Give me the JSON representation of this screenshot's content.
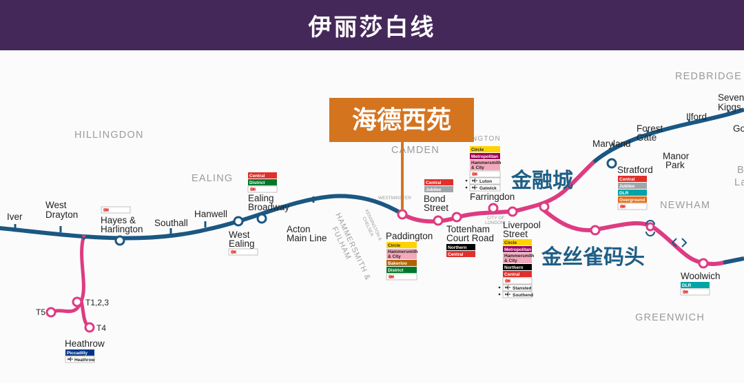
{
  "header": {
    "title": "伊丽莎白线",
    "background": "#45285a"
  },
  "colors": {
    "main_line": "#1b5782",
    "branch_line": "#de3b82",
    "callout_box": "#d4741f",
    "callout_text": "#1f5f86"
  },
  "callouts": {
    "paddington_cn": "海德西苑",
    "bond_farringdon_cn": "金融城",
    "canary_wharf_cn": "金丝雀码头"
  },
  "boroughs": {
    "hillingdon": "HILLINGDON",
    "ealing": "EALING",
    "camden": "CAMDEN",
    "islington_partial": "NGTON",
    "redbridge": "REDBRIDGE",
    "newham": "NEWHAM",
    "greenwich": "GREENWICH",
    "hammersmith": "HAMMERSMITH &",
    "fulham": "FULHAM",
    "kensington": "KENSINGTON &",
    "chelsea": "CHELSEA",
    "westminster": "WESTMINSTER",
    "city_of": "CITY OF",
    "london": "LONDON",
    "b_edge": "B",
    "la_edge": "La"
  },
  "stations": {
    "iver": "Iver",
    "west_drayton_1": "West",
    "west_drayton_2": "Drayton",
    "hayes_1": "Hayes &",
    "hayes_2": "Harlington",
    "southall": "Southall",
    "hanwell": "Hanwell",
    "west_ealing_1": "West",
    "west_ealing_2": "Ealing",
    "ealing_broadway_1": "Ealing",
    "ealing_broadway_2": "Broadway",
    "acton_1": "Acton",
    "acton_2": "Main Line",
    "paddington": "Paddington",
    "bond_1": "Bond",
    "bond_2": "Street",
    "tcr_1": "Tottenham",
    "tcr_2": "Court Road",
    "farringdon": "Farringdon",
    "liverpool_1": "Liverpool",
    "liverpool_2": "Street",
    "maryland": "Maryland",
    "forest_gate_1": "Forest",
    "forest_gate_2": "Gate",
    "ilford": "Ilford",
    "seven_kings_1": "Seven",
    "seven_kings_2": "Kings",
    "goodmayes_partial": "Go",
    "manor_park_1": "Manor",
    "manor_park_2": "Park",
    "stratford": "Stratford",
    "woolwich": "Woolwich",
    "heathrow": "Heathrow",
    "t123": "T1,2,3",
    "t4": "T4",
    "t5": "T5"
  },
  "interchanges": {
    "central": "Central",
    "district": "District",
    "circle": "Circle",
    "hammersmith_city_1": "Hammersmith",
    "hammersmith_city_2": "& City",
    "bakerloo": "Bakerloo",
    "jubilee": "Jubilee",
    "metropolitan": "Metropolitan",
    "northern": "Northern",
    "dlr": "DLR",
    "overground": "Overground",
    "piccadilly": "Piccadilly",
    "heathrow_air": "Heathrow",
    "luton": "Luton",
    "gatwick": "Gatwick",
    "stansted": "Stansted",
    "southend": "Southend"
  }
}
